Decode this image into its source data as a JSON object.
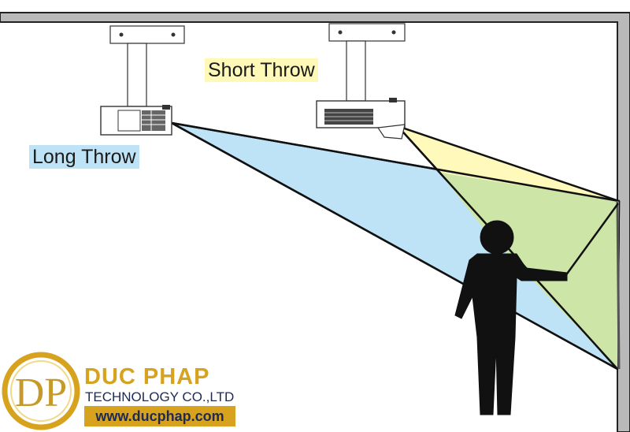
{
  "labels": {
    "short_throw": "Short Throw",
    "long_throw": "Long Throw"
  },
  "logo": {
    "monogram": "DP",
    "name": "DUC PHAP",
    "subtitle": "TECHNOLOGY CO.,LTD",
    "url": "www.ducphap.com"
  },
  "colors": {
    "long_throw_beam": "#bfe3f6",
    "short_throw_beam": "#fff8b0",
    "overlap_beam": "#cde6a8",
    "wall": "#b9b9b9",
    "brand_gold": "#d7a21e",
    "brand_navy": "#1e2a52"
  }
}
